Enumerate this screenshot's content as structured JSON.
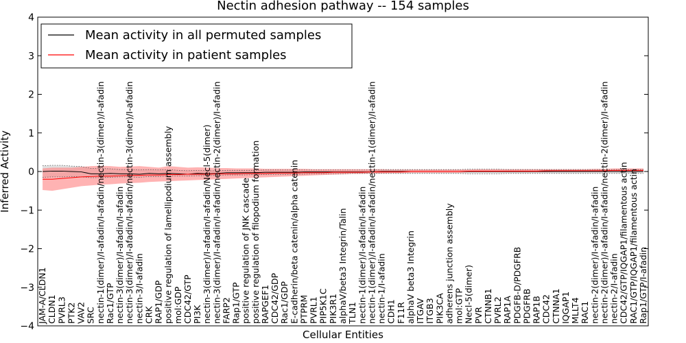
{
  "chart_data": {
    "type": "line",
    "title": "Nectin adhesion pathway -- 154 samples",
    "xlabel": "Cellular Entities",
    "ylabel": "Inferred Activity",
    "ylim": [
      -4,
      4
    ],
    "yticks": [
      4,
      3,
      2,
      1,
      0,
      -1,
      -2,
      -3,
      -4
    ],
    "ytick_labels": [
      "4",
      "3",
      "2",
      "1",
      "0",
      "−1",
      "−2",
      "−3",
      "−4"
    ],
    "grid": false,
    "legend": {
      "placement": "top-left"
    },
    "categories": [
      "JAM-A/CLDN1",
      "CLDN1",
      "PVRL3",
      "PTK2",
      "VAV2",
      "SRC",
      "nectin-1(dimer)/I-afadin/I-afadin/nectin-3(dimer)/I-afadin",
      "Rac1/GTP",
      "nectin-3(dimer)/I-afadin/I-afadin",
      "nectin-3(dimer)/I-afadin/I-afadin/nectin-3(dimer)/I-afadin",
      "nectin-3/I-afadin",
      "CRK",
      "RAP1/GDP",
      "positive regulation of lamellipodium assembly",
      "mol:GDP",
      "CDC42/GTP",
      "PI3K",
      "nectin-3(dimer)/I-afadin/I-afadin/Necl-5(dimer)",
      "nectin-3(dimer)/I-afadin/I-afadin/nectin-2(dimer)/I-afadin",
      "FARP2",
      "Rap1/GTP",
      "positive regulation of JNK cascade",
      "positive regulation of filopodium formation",
      "RAPGEF1",
      "CDC42/GDP",
      "Rac1/GDP",
      "E-cadherin/beta catenin/alpha catenin",
      "PTPRM",
      "PVRL1",
      "PIP5K1C",
      "PIK3R1",
      "alphaV/beta3 Integrin/Talin",
      "TLN1",
      "nectin-1(dimer)/I-afadin/I-afadin",
      "nectin-1(dimer)/I-afadin/I-afadin/nectin-1(dimer)/I-afadin",
      "nectin-1/I-afadin",
      "CDH1",
      "F11R",
      "alphaV beta3 Integrin",
      "ITGAV",
      "ITGB3",
      "PIK3CA",
      "adherens junction assembly",
      "mol:GTP",
      "Necl-5(dimer)",
      "PVR",
      "CTNNB1",
      "PVRL2",
      "RAP1A",
      "PDGFB-D/PDGFRB",
      "PDGFRB",
      "RAP1B",
      "CDC42",
      "CTNNA1",
      "IQGAP1",
      "MLLT4",
      "RAC1",
      "nectin-2(dimer)/I-afadin/I-afadin",
      "nectin-2(dimer)/I-afadin/I-afadin/nectin-2(dimer)/I-afadin",
      "nectin-2/I-afadin",
      "CDC42/GTP/IQGAP1/filamentous actin",
      "RAC1/GTP/IQGAP1/filamentous actin",
      "Rap1/GTP/I-afadin"
    ],
    "series": [
      {
        "name": "Mean activity in all permuted samples",
        "color": "#000000",
        "band_color": "#c8c8c8",
        "values": [
          0,
          0.01,
          0.01,
          0,
          -0.01,
          -0.06,
          -0.06,
          -0.05,
          -0.06,
          -0.06,
          -0.07,
          -0.05,
          -0.06,
          -0.05,
          -0.06,
          -0.07,
          -0.05,
          -0.06,
          -0.05,
          -0.03,
          -0.03,
          -0.03,
          -0.03,
          -0.02,
          -0.02,
          -0.02,
          -0.02,
          -0.01,
          -0.01,
          -0.01,
          -0.01,
          -0.01,
          -0.01,
          -0.01,
          -0.01,
          0,
          0,
          0,
          0,
          0,
          0,
          0,
          0,
          0,
          0,
          0,
          0,
          0,
          0,
          0,
          0,
          0,
          0,
          0,
          0,
          0,
          0,
          0,
          0,
          0,
          0,
          0,
          0
        ],
        "lower": [
          -0.15,
          -0.14,
          -0.14,
          -0.13,
          -0.14,
          -0.16,
          -0.16,
          -0.15,
          -0.14,
          -0.14,
          -0.15,
          -0.13,
          -0.13,
          -0.12,
          -0.12,
          -0.12,
          -0.11,
          -0.11,
          -0.1,
          -0.09,
          -0.09,
          -0.09,
          -0.08,
          -0.08,
          -0.08,
          -0.08,
          -0.07,
          -0.07,
          -0.06,
          -0.06,
          -0.06,
          -0.06,
          -0.05,
          -0.05,
          -0.05,
          -0.05,
          -0.05,
          -0.05,
          -0.05,
          -0.05,
          -0.05,
          -0.05,
          -0.05,
          -0.05,
          -0.06,
          -0.06,
          -0.06,
          -0.06,
          -0.05,
          -0.05,
          -0.05,
          -0.05,
          -0.05,
          -0.05,
          -0.05,
          -0.05,
          -0.05,
          -0.05,
          -0.05,
          -0.05,
          -0.05,
          -0.05,
          -0.05
        ],
        "upper": [
          0.15,
          0.16,
          0.16,
          0.14,
          0.13,
          0.08,
          0.08,
          0.07,
          0.05,
          0.05,
          0.04,
          0.05,
          0.04,
          0.05,
          0.03,
          0.02,
          0.03,
          0.02,
          0.02,
          0.03,
          0.03,
          0.03,
          0.03,
          0.04,
          0.04,
          0.04,
          0.04,
          0.04,
          0.04,
          0.04,
          0.04,
          0.04,
          0.04,
          0.04,
          0.04,
          0.05,
          0.05,
          0.05,
          0.05,
          0.05,
          0.05,
          0.05,
          0.05,
          0.05,
          0.06,
          0.06,
          0.06,
          0.06,
          0.05,
          0.05,
          0.05,
          0.05,
          0.05,
          0.05,
          0.05,
          0.05,
          0.05,
          0.05,
          0.05,
          0.05,
          0.05,
          0.05,
          0.05
        ]
      },
      {
        "name": "Mean activity in patient samples",
        "color": "#ff0000",
        "band_color": "#ff8080",
        "values": [
          -0.2,
          -0.2,
          -0.18,
          -0.16,
          -0.14,
          -0.13,
          -0.12,
          -0.12,
          -0.11,
          -0.1,
          -0.1,
          -0.09,
          -0.09,
          -0.08,
          -0.08,
          -0.07,
          -0.07,
          -0.07,
          -0.06,
          -0.06,
          -0.06,
          -0.05,
          -0.05,
          -0.05,
          -0.04,
          -0.04,
          -0.04,
          -0.03,
          -0.03,
          -0.03,
          -0.02,
          -0.02,
          -0.02,
          -0.02,
          -0.01,
          -0.01,
          -0.01,
          -0.01,
          0,
          0,
          0,
          0,
          0,
          0,
          0.01,
          0.01,
          0.01,
          0.01,
          0.01,
          0.01,
          0.01,
          0.01,
          0.02,
          0.02,
          0.02,
          0.02,
          0.02,
          0.02,
          0.02,
          0.03,
          0.03,
          0.03,
          0.03
        ],
        "lower": [
          -0.48,
          -0.5,
          -0.46,
          -0.42,
          -0.38,
          -0.36,
          -0.34,
          -0.33,
          -0.31,
          -0.3,
          -0.29,
          -0.27,
          -0.26,
          -0.25,
          -0.24,
          -0.23,
          -0.22,
          -0.21,
          -0.2,
          -0.19,
          -0.18,
          -0.17,
          -0.16,
          -0.15,
          -0.14,
          -0.13,
          -0.12,
          -0.11,
          -0.1,
          -0.09,
          -0.08,
          -0.07,
          -0.06,
          -0.06,
          -0.05,
          -0.05,
          -0.04,
          -0.04,
          -0.03,
          -0.03,
          -0.03,
          -0.03,
          -0.03,
          -0.03,
          -0.02,
          -0.02,
          -0.02,
          -0.02,
          -0.02,
          -0.02,
          -0.02,
          -0.02,
          -0.02,
          -0.01,
          -0.01,
          -0.01,
          -0.01,
          -0.01,
          -0.01,
          -0.01,
          -0.01,
          -0.01,
          -0.01
        ],
        "upper": [
          0.08,
          0.1,
          0.1,
          0.1,
          0.12,
          0.14,
          0.15,
          0.14,
          0.12,
          0.13,
          0.14,
          0.12,
          0.1,
          0.14,
          0.12,
          0.1,
          0.11,
          0.1,
          0.09,
          0.09,
          0.08,
          0.08,
          0.08,
          0.07,
          0.07,
          0.07,
          0.07,
          0.07,
          0.06,
          0.06,
          0.06,
          0.06,
          0.06,
          0.06,
          0.06,
          0.06,
          0.05,
          0.05,
          0.05,
          0.05,
          0.05,
          0.05,
          0.05,
          0.05,
          0.05,
          0.06,
          0.06,
          0.06,
          0.06,
          0.06,
          0.06,
          0.06,
          0.06,
          0.06,
          0.06,
          0.06,
          0.06,
          0.07,
          0.07,
          0.08,
          0.08,
          0.08,
          0.08
        ]
      }
    ]
  }
}
